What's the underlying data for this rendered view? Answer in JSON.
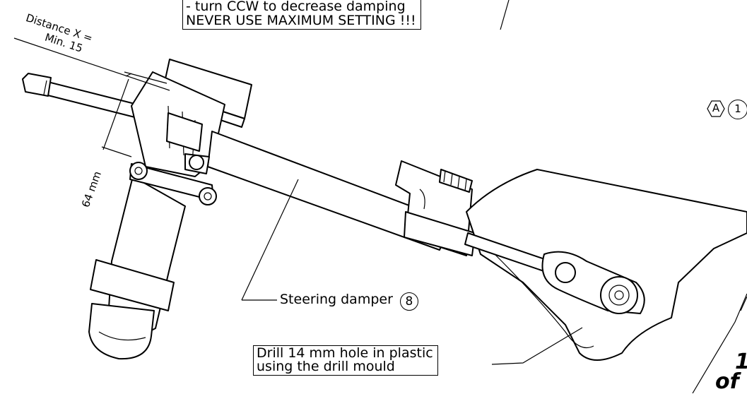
{
  "callout_top": {
    "line1": "- turn CCW to decrease damping",
    "line2": "NEVER USE MAXIMUM SETTING !!!"
  },
  "distance_label": {
    "line1": "Distance X =",
    "line2": "Min. 15"
  },
  "height_label": "64 mm",
  "steering_damper": {
    "label": "Steering damper",
    "number": "8"
  },
  "drill_note": {
    "line1": "Drill 14 mm hole in plastic",
    "line2": "using the drill mould"
  },
  "marker": {
    "letter": "A",
    "digit": "1"
  },
  "page_corner": {
    "line1": "1",
    "line2": "of"
  }
}
